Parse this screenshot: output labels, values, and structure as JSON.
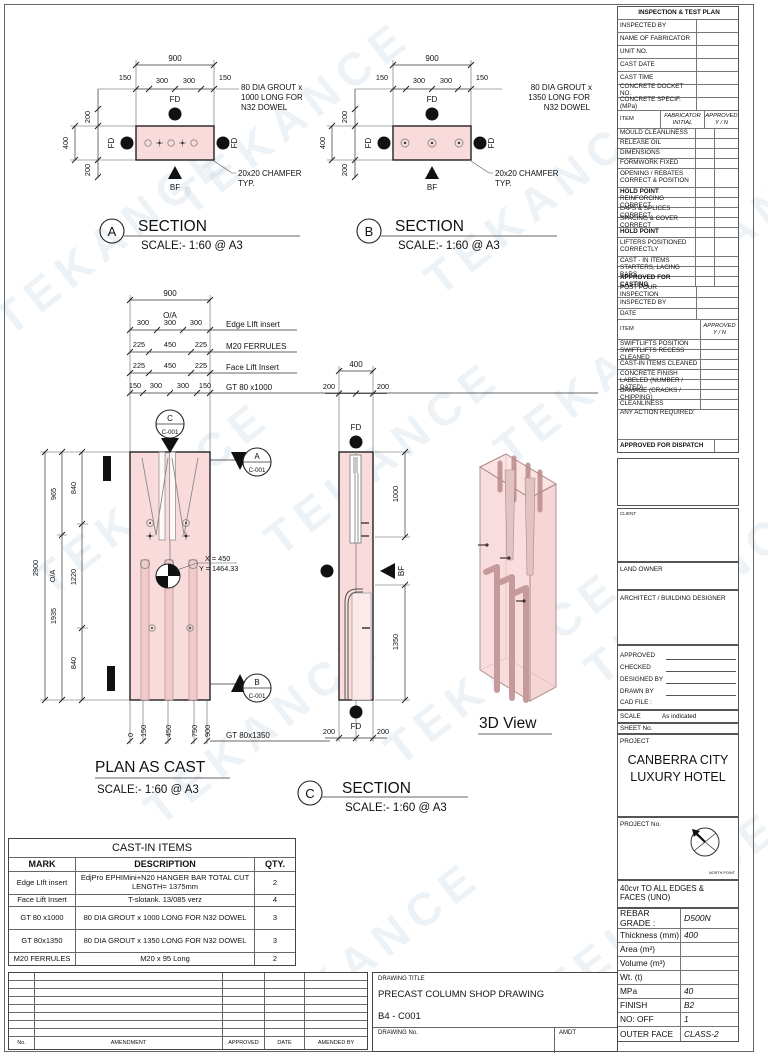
{
  "watermark": "TEKANCE",
  "colors": {
    "concrete_fill": "#f9dbdc",
    "tube_fill": "#e3b6b7",
    "line": "#222222",
    "watermark": "#96b4c8"
  },
  "section_a": {
    "marker": "A",
    "title": "SECTION",
    "scale": "SCALE:- 1:60 @ A3",
    "dim_overall": "900",
    "dims_top": [
      "150",
      "300",
      "300",
      "150"
    ],
    "dims_left": [
      "200",
      "400",
      "200"
    ],
    "fd": "FD",
    "bf": "BF",
    "grout_note": [
      "80 DIA GROUT x",
      "1000 LONG FOR",
      "N32 DOWEL"
    ],
    "chamfer_note": [
      "20x20 CHAMFER",
      "TYP."
    ]
  },
  "section_b": {
    "marker": "B",
    "title": "SECTION",
    "scale": "SCALE:- 1:60 @ A3",
    "dim_overall": "900",
    "dims_top": [
      "150",
      "300",
      "300",
      "150"
    ],
    "dims_left": [
      "200",
      "400",
      "200"
    ],
    "fd": "FD",
    "bf": "BF",
    "grout_note": [
      "80 DIA GROUT x",
      "1350 LONG FOR",
      "N32 DOWEL"
    ],
    "chamfer_note": [
      "20x20 CHAMFER",
      "TYP."
    ]
  },
  "plan": {
    "title": "PLAN AS CAST",
    "scale": "SCALE:- 1:60 @ A3",
    "dim_overall_top": "900",
    "oa_top": "O/A",
    "row_edge": {
      "dims": [
        "300",
        "300",
        "300"
      ],
      "label": "Edge LIft insert"
    },
    "row_ferrule": {
      "dims": [
        "225",
        "450",
        "225"
      ],
      "label": "M20 FERRULES"
    },
    "row_face": {
      "dims": [
        "225",
        "450",
        "225"
      ],
      "label": "Face Lift Insert"
    },
    "row_gt": {
      "dims": [
        "150",
        "300",
        "300",
        "150"
      ],
      "label": "GT 80 x1000"
    },
    "dim_overall_left": "2900",
    "oa_left": "O/A",
    "dims_left_mid": [
      "965",
      "1935"
    ],
    "dims_left_inner": [
      "840",
      "1220",
      "840"
    ],
    "dims_bottom": [
      "0",
      "150",
      "450",
      "750",
      "900"
    ],
    "label_bottom": "GT 80x1350",
    "centroid_x": "X = 450",
    "centroid_y": "Y = 1464.33",
    "marker_c": {
      "letter": "C",
      "ref": "C-001"
    },
    "marker_a": {
      "letter": "A",
      "ref": "C-001"
    },
    "marker_b": {
      "letter": "B",
      "ref": "C-001"
    }
  },
  "section_c": {
    "marker": "C",
    "title": "SECTION",
    "scale": "SCALE:- 1:60 @ A3",
    "dim_top": "400",
    "dims_top2": [
      "200",
      "200"
    ],
    "dim_upper": "1000",
    "dim_lower": "1350",
    "dims_bottom": [
      "200",
      "200"
    ],
    "fd": "FD",
    "bf": "BF"
  },
  "view3d": {
    "title": "3D View"
  },
  "cast_items": {
    "title": "CAST-IN ITEMS",
    "headers": [
      "MARK",
      "DESCRIPTION",
      "QTY."
    ],
    "rows": [
      {
        "mark": "Edge LIft insert",
        "desc": "EdjPro EPHIMini+N20 HANGER BAR TOTAL CUT LENGTH= 1375mm",
        "qty": "2"
      },
      {
        "mark": "Face Lift Insert",
        "desc": "T-slotank. 13/085 verz",
        "qty": "4"
      },
      {
        "mark": "GT 80 x1000",
        "desc": "80 DIA GROUT x 1000 LONG FOR N32 DOWEL",
        "qty": "3"
      },
      {
        "mark": "GT 80x1350",
        "desc": "80 DIA GROUT x 1350 LONG FOR N32 DOWEL",
        "qty": "3"
      },
      {
        "mark": "M20 FERRULES",
        "desc": "M20 x 95 Long",
        "qty": "2"
      }
    ]
  },
  "amendments": {
    "no": "No.",
    "amendment": "AMENDMENT",
    "approved": "APPROVED",
    "date": "DATE",
    "amended_by": "AMENDED BY"
  },
  "title_block": {
    "label": "DRAWING TITLE",
    "title": "PRECAST COLUMN SHOP DRAWING",
    "code": "B4 - C001",
    "drawing_no": "DRAWING No.",
    "amdt": "AMDT"
  },
  "itp": {
    "title": "INSPECTION & TEST PLAN",
    "info_rows": [
      "INSPECTED BY",
      "NAME OF FABRICATOR",
      "UNIT NO.",
      "CAST DATE",
      "CAST TIME",
      "CONCRETE DOCKET NO.",
      "CONCRETE SPECIF. (MPa)"
    ],
    "h1_item": "ITEM",
    "h1_fab": "FABRICATOR INITIAL",
    "h1_app": "APPROVED Y / N",
    "rows1": [
      "MOULD CLEANLINESS",
      "RELEASE OIL",
      "DIMENSIONS",
      "FORMWORK FIXED",
      "OPENING / REBATES CORRECT & POSITION",
      "HOLD POINT",
      "REINFORCING CORRECT",
      "LAPS & SPLICES CORRECT",
      "SPACING & COVER CORRECT",
      "HOLD POINT",
      "LIFTERS POSITIONED CORRECTLY",
      "CAST - IN ITEMS",
      "STARTERS, LACING BARS",
      "APPROVED FOR CASTING"
    ],
    "mid_rows": [
      "POST POUR INSPECTION",
      "INSPECTED BY",
      "DATE"
    ],
    "h2_item": "ITEM",
    "h2_app": "APPROVED Y / N",
    "rows2": [
      "SWIFTLIFTS POSITION",
      "SWIFTLIFTS RECESS CLEANED",
      "CAST-IN ITEMS CLEANED",
      "CONCRETE FINISH",
      "LABELED (NUMBER / DATED)",
      "DAMAGE (CRACKS / CHIPPING)",
      "CLEANLINESS",
      "ANY ACTION REQUIRED:"
    ],
    "dispatch": "APPROVED FOR DISPATCH"
  },
  "tb": {
    "client": "CLIENT",
    "land_owner": "LAND OWNER",
    "architect": "ARCHITECT / BUILDING DESIGNER",
    "approved": "APPROVED",
    "checked": "CHECKED",
    "designed": "DESIGNED BY",
    "drawn": "DRAWN BY",
    "cad": "CAD FILE :",
    "scale_label": "SCALE",
    "scale_value": "As indicated",
    "sheet": "SHEET No.",
    "project_label": "PROJECT",
    "project1": "CANBERRA CITY",
    "project2": "LUXURY HOTEL",
    "project_no": "PROJECT No.",
    "north": "NORTH POINT",
    "cover1": "40cvr TO ALL EDGES &",
    "cover2": "FACES (UNO)",
    "specs": [
      {
        "label": "REBAR GRADE :",
        "value": "D500N"
      },
      {
        "label": "Thickness (mm)",
        "value": "400"
      },
      {
        "label": "Area (m²)",
        "value": ""
      },
      {
        "label": "Volume (m³)",
        "value": ""
      },
      {
        "label": "Wt. (t)",
        "value": ""
      },
      {
        "label": "MPa",
        "value": "40"
      },
      {
        "label": "FINISH",
        "value": "B2"
      },
      {
        "label": "NO: OFF",
        "value": "1"
      },
      {
        "label": "OUTER FACE",
        "value": "CLASS-2"
      }
    ]
  }
}
